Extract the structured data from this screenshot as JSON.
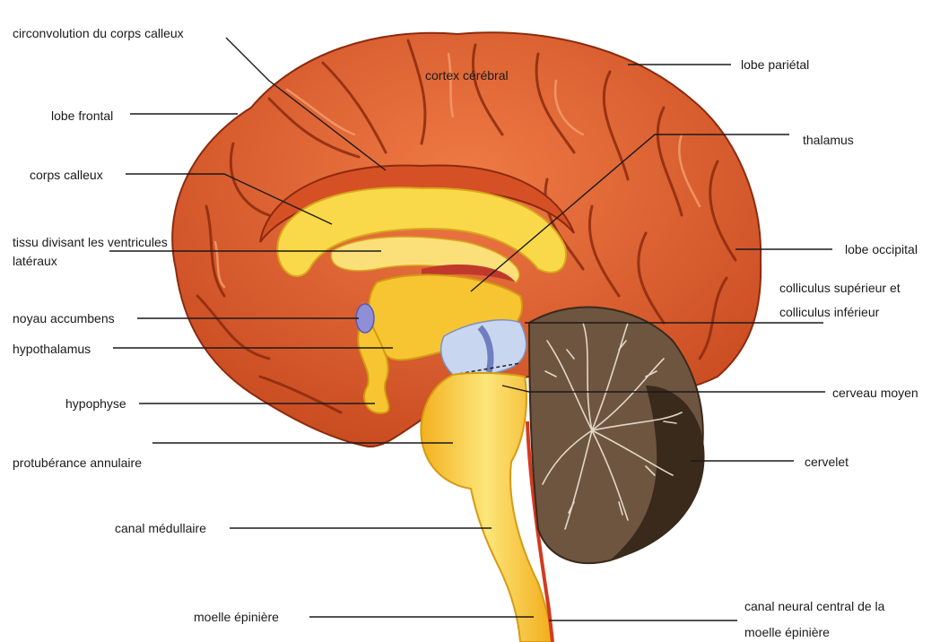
{
  "figure": {
    "colors": {
      "cortex": "#d9582a",
      "cortex_dark": "#9a2e10",
      "gyrus_highlight": "#f0925e",
      "corpus_callosum": "#f9d94a",
      "brainstem": "#f7c531",
      "midbrain": "#c9d6ef",
      "cerebellum": "#6e5540",
      "cerebellum_dark": "#3a2a1c",
      "leader_line": "#1a1a1a"
    }
  },
  "labels": {
    "circonvolution": "circonvolution du corps calleux",
    "cortex": "cortex cérébral",
    "lobe_parietal": "lobe pariétal",
    "lobe_frontal": "lobe frontal",
    "thalamus": "thalamus",
    "corps_calleux": "corps calleux",
    "tissu_line1": "tissu divisant les ventricules",
    "tissu_line2": "latéraux",
    "lobe_occipital": "lobe occipital",
    "colliculus_line1": "colliculus supérieur et",
    "colliculus_line2": "colliculus inférieur",
    "noyau": "noyau accumbens",
    "hypothalamus": "hypothalamus",
    "hypophyse": "hypophyse",
    "cerveau_moyen": "cerveau moyen",
    "protuberance": "protubérance annulaire",
    "cervelet": "cervelet",
    "canal_medullaire": "canal médullaire",
    "moelle": "moelle épinière",
    "canal_neural_line1": "canal neural central de la",
    "canal_neural_line2": "moelle épinière"
  }
}
